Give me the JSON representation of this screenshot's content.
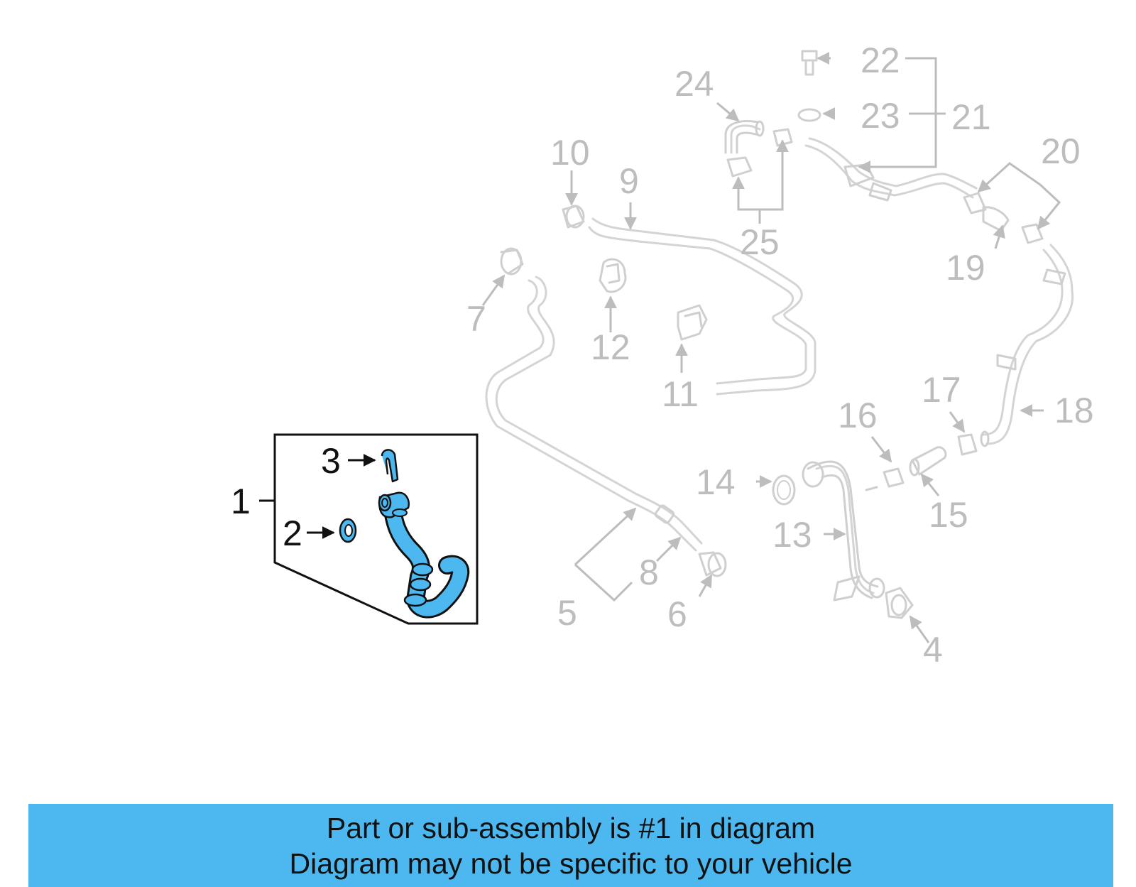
{
  "diagram": {
    "labels": {
      "l1": "1",
      "l2": "2",
      "l3": "3",
      "l4": "4",
      "l5": "5",
      "l6": "6",
      "l7": "7",
      "l8": "8",
      "l9": "9",
      "l10": "10",
      "l11": "11",
      "l12": "12",
      "l13": "13",
      "l14": "14",
      "l15": "15",
      "l16": "16",
      "l17": "17",
      "l18": "18",
      "l19": "19",
      "l20": "20",
      "l21": "21",
      "l22": "22",
      "l23": "23",
      "l24": "24",
      "l25": "25"
    },
    "highlight_color": "#4db8f0",
    "ghost_color": "#c8c8c8"
  },
  "banner": {
    "line1": "Part or sub-assembly is #1 in diagram",
    "line2": "Diagram may not be specific to your vehicle",
    "background": "#4db8f0"
  }
}
